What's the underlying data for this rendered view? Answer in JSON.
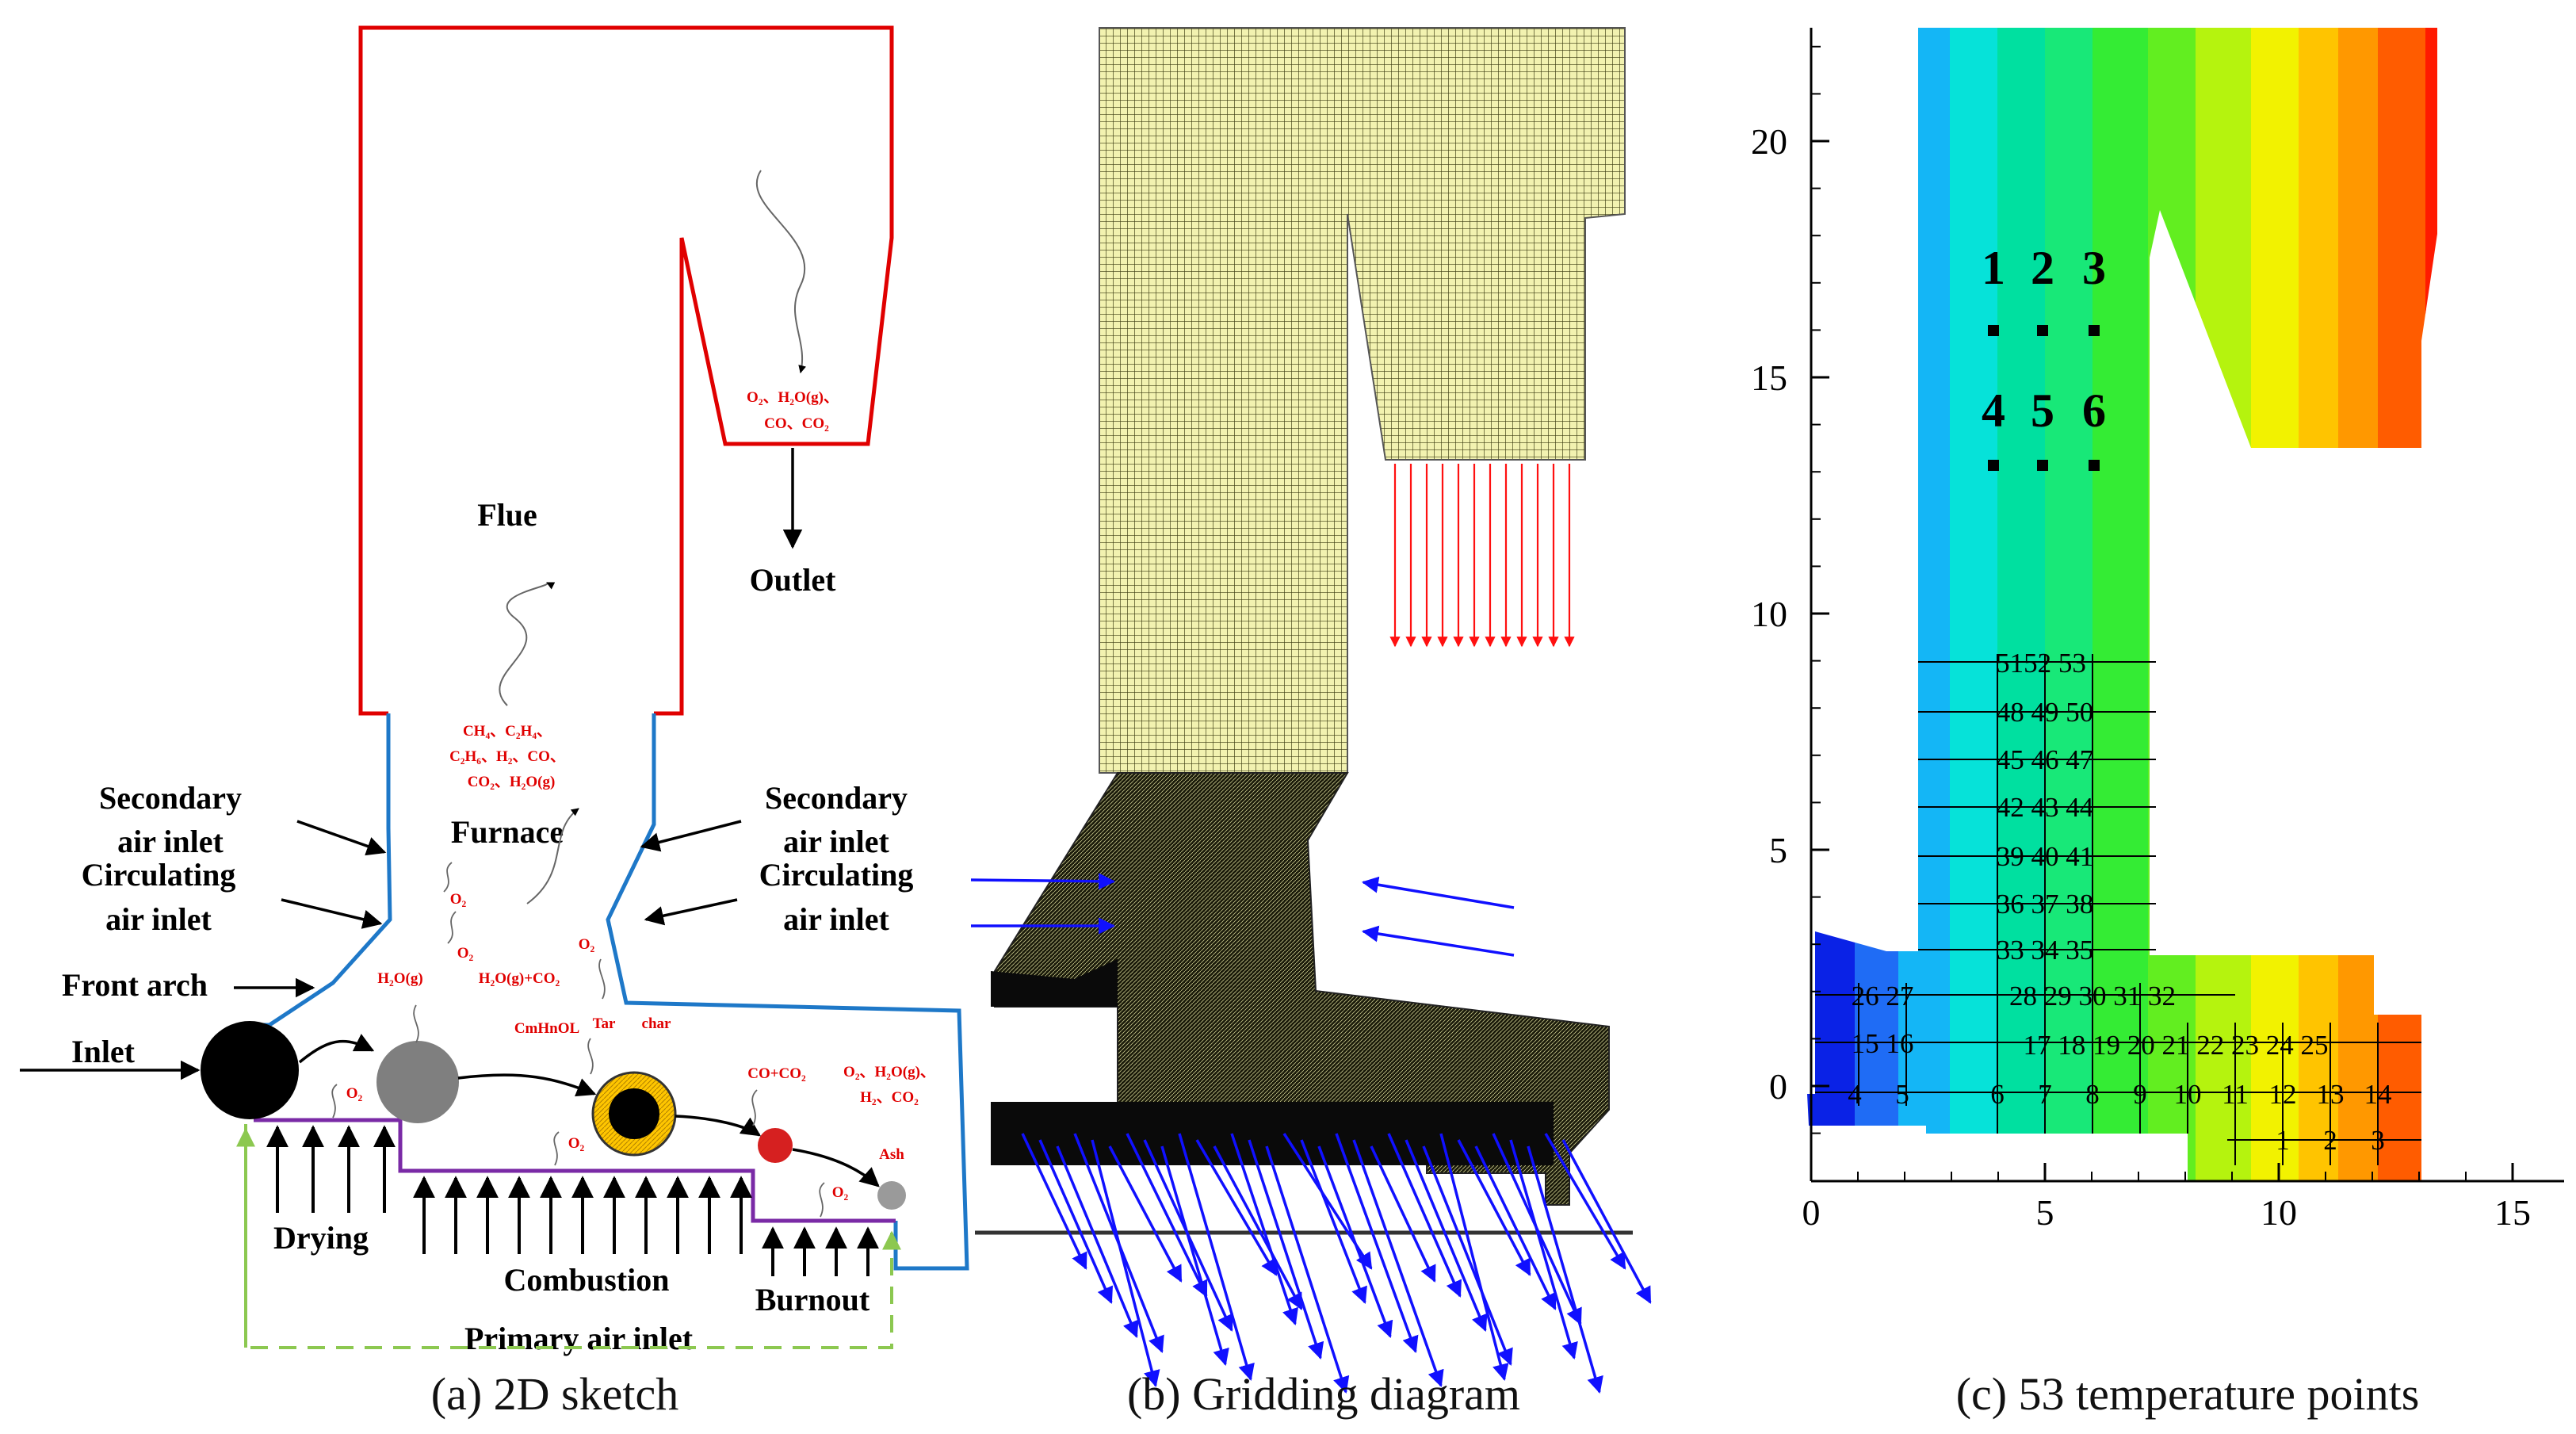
{
  "panel_a": {
    "labels": {
      "flue": "Flue",
      "outlet": "Outlet",
      "furnace": "Furnace",
      "sec_air_left_1": "Secondary",
      "sec_air_left_2": "air inlet",
      "circ_air_left_1": "Circulating",
      "circ_air_left_2": "air inlet",
      "sec_air_right_1": "Secondary",
      "sec_air_right_2": "air inlet",
      "circ_air_right_1": "Circulating",
      "circ_air_right_2": "air inlet",
      "front_arch": "Front arch",
      "inlet": "Inlet",
      "drying": "Drying",
      "combustion": "Combustion",
      "burnout": "Burnout",
      "primary_air": "Primary air inlet"
    },
    "species": {
      "outlet_1": "O₂、H₂O(g)、",
      "outlet_2": "CO、CO₂",
      "flue_1": "CH₄、C₂H₄、",
      "flue_2": "C₂H₆、H₂、CO、",
      "flue_3": "CO₂、H₂O(g)",
      "o2_furnace": "O₂",
      "o2_mid": "O₂",
      "o2_right": "O₂",
      "mid_mix": "H₂O(g)+CO₂",
      "h2o": "H₂O(g)",
      "cmhno": "CmHnOL",
      "tar": "Tar",
      "char": "char",
      "co_co2": "CO+CO₂",
      "right_1": "O₂、H₂O(g)、",
      "right_2": "H₂、CO₂",
      "o2_dry": "O₂",
      "o2_comb": "O₂",
      "o2_burn": "O₂",
      "ash": "Ash"
    },
    "caption": "(a) 2D sketch"
  },
  "panel_b": {
    "caption": "(b) Gridding diagram"
  },
  "panel_c": {
    "caption": "(c) 53 temperature points",
    "x_ticks": [
      "0",
      "5",
      "10",
      "15"
    ],
    "y_ticks": [
      "0",
      "5",
      "10",
      "15",
      "20"
    ],
    "top_labels": [
      "1",
      "2",
      "3",
      "4",
      "5",
      "6"
    ],
    "point_rows": [
      "5152 53",
      "48 49 50",
      "45 46 47",
      "42 43 44",
      "39 40 41",
      "36 37 38",
      "33 34 35",
      "26 27",
      "28 29 30 31 32",
      "15 16",
      "17 18 19 20 21 22 23 24 25",
      "4",
      "5",
      "6",
      "7",
      "8",
      "9",
      "10",
      "11",
      "12",
      "13",
      "14",
      "1",
      "2",
      "3"
    ],
    "palette": [
      "#0a22e6",
      "#1f6cf5",
      "#14b6f6",
      "#06e2d9",
      "#00e0a0",
      "#18e878",
      "#34ec34",
      "#62ee20",
      "#b5f30e",
      "#f2f200",
      "#ffc400",
      "#ff9800",
      "#ff5c00",
      "#ff1a00"
    ]
  }
}
